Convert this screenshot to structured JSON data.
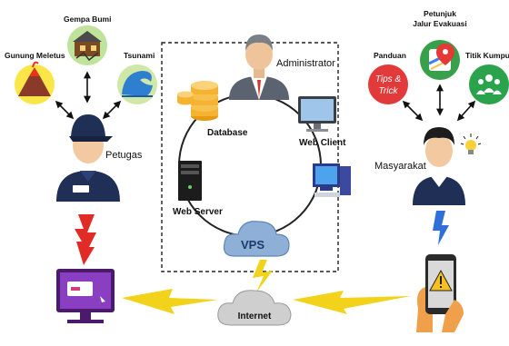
{
  "colors": {
    "lightning": "#f2d21a",
    "red_bolt": "#e02b26",
    "blue_bolt": "#2f6fd8",
    "navy": "#1f2f55",
    "vps_cloud": "#8eb0d6",
    "internet_cloud": "#cfcfcf"
  },
  "left": {
    "disasters": [
      {
        "label": "Gunung Meletus",
        "icon": "volcano-icon"
      },
      {
        "label": "Gempa Bumi",
        "icon": "earthquake-icon"
      },
      {
        "label": "Tsunami",
        "icon": "tsunami-icon"
      }
    ],
    "officer_label": "Petugas"
  },
  "center": {
    "administrator_label": "Administrator",
    "database_label": "Database",
    "web_client_label": "Web Client",
    "web_server_label": "Web Server",
    "vps_label": "VPS",
    "internet_label": "Internet"
  },
  "right": {
    "guide_label": "Panduan",
    "guide_icon_text_1": "Tips &",
    "guide_icon_text_2": "Trick",
    "route_label_1": "Petunjuk",
    "route_label_2": "Jalur Evakuasi",
    "gather_label": "Titik Kumpul",
    "community_label": "Masyarakat"
  }
}
